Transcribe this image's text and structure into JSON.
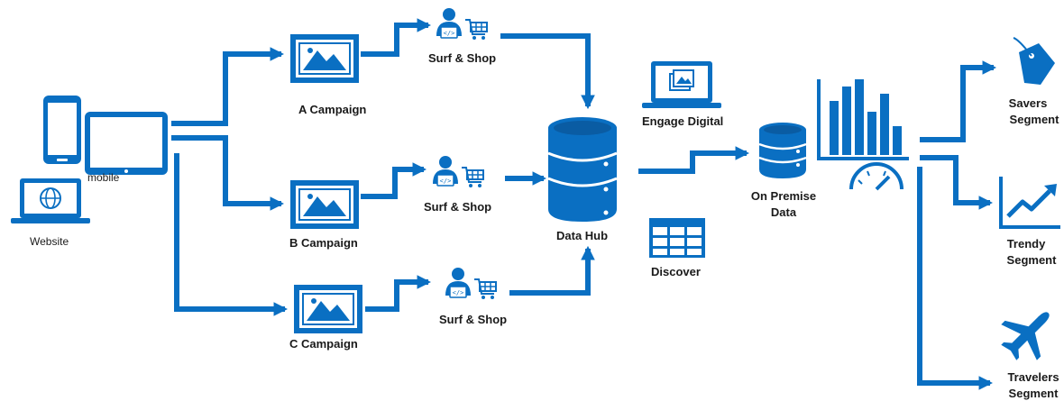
{
  "colors": {
    "primary": "#0A6FC2",
    "dark": "#0A5CA3",
    "text": "#1a1a1a"
  },
  "labels": {
    "mobile": "mobile",
    "website": "Website",
    "a_campaign": "A Campaign",
    "b_campaign": "B Campaign",
    "c_campaign": "C Campaign",
    "surf_shop_1": "Surf & Shop",
    "surf_shop_2": "Surf & Shop",
    "surf_shop_3": "Surf & Shop",
    "data_hub": "Data Hub",
    "engage_digital": "Engage Digital",
    "discover": "Discover",
    "on_premise_1": "On Premise",
    "on_premise_2": "Data",
    "savers_1": "Savers",
    "savers_2": "Segment",
    "trendy_1": "Trendy",
    "trendy_2": "Segment",
    "travelers_1": "Travelers",
    "travelers_2": "Segment"
  },
  "icons": [
    "smartphone-icon",
    "tablet-icon",
    "laptop-globe-icon",
    "image-frame-icon",
    "developer-icon",
    "shopping-cart-icon",
    "database-icon",
    "laptop-gallery-icon",
    "table-grid-icon",
    "bar-chart-icon",
    "gauge-icon",
    "price-tag-icon",
    "trend-chart-icon",
    "airplane-icon"
  ]
}
